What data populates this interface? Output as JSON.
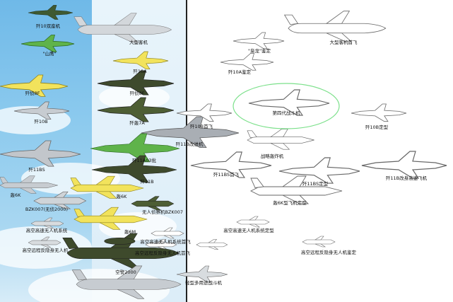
{
  "colors": {
    "sky": "#8ccaee",
    "camo_green": "#3f5a32",
    "light_green": "#5fb34a",
    "yellow": "#f2e35c",
    "grey": "#b9bec4",
    "outline": "#555555",
    "highlight": "#7be08a"
  },
  "labels": {
    "l1": "歼10双座机",
    "l2": "\"山鹰\"",
    "l3": "歼侦8F",
    "l4": "歼10B",
    "l5": "歼11BS",
    "l6": "轰6K",
    "l7": "BZK007(无侦2000)",
    "l8": "高空高速无人机系统",
    "l9": "高空远程反隐身无人机",
    "m1": "大型客机",
    "m2": "歼10A",
    "m3": "歼侦8F",
    "m4": "歼轰7A",
    "m5": "歼11B改进机",
    "m6": "歼11A03批",
    "m7": "歼11B",
    "m8": "轰6K",
    "m9": "无人侦察机BZK007",
    "m10": "轰6M",
    "m11": "高空高速无人机系统首飞",
    "m12": "高空远程反隐身无人机首飞",
    "m13": "空警2000",
    "m14": "轻型多用途战斗机",
    "r1": "\"枭龙\"鉴定",
    "r2": "大型客机首飞",
    "r3": "歼10A鉴定",
    "r4": "第四代战斗机",
    "r5": "歼10B首飞",
    "r6": "歼10B定型",
    "r7": "战略轰炸机",
    "r8": "歼11BS首飞",
    "r9": "歼11BS定型",
    "r10": "歼11B改身高速飞机",
    "r11": "轰6K型飞机定型",
    "r12": "高空高速无人机系统定型",
    "r13": "高空远程反隐身无人机鉴定"
  }
}
